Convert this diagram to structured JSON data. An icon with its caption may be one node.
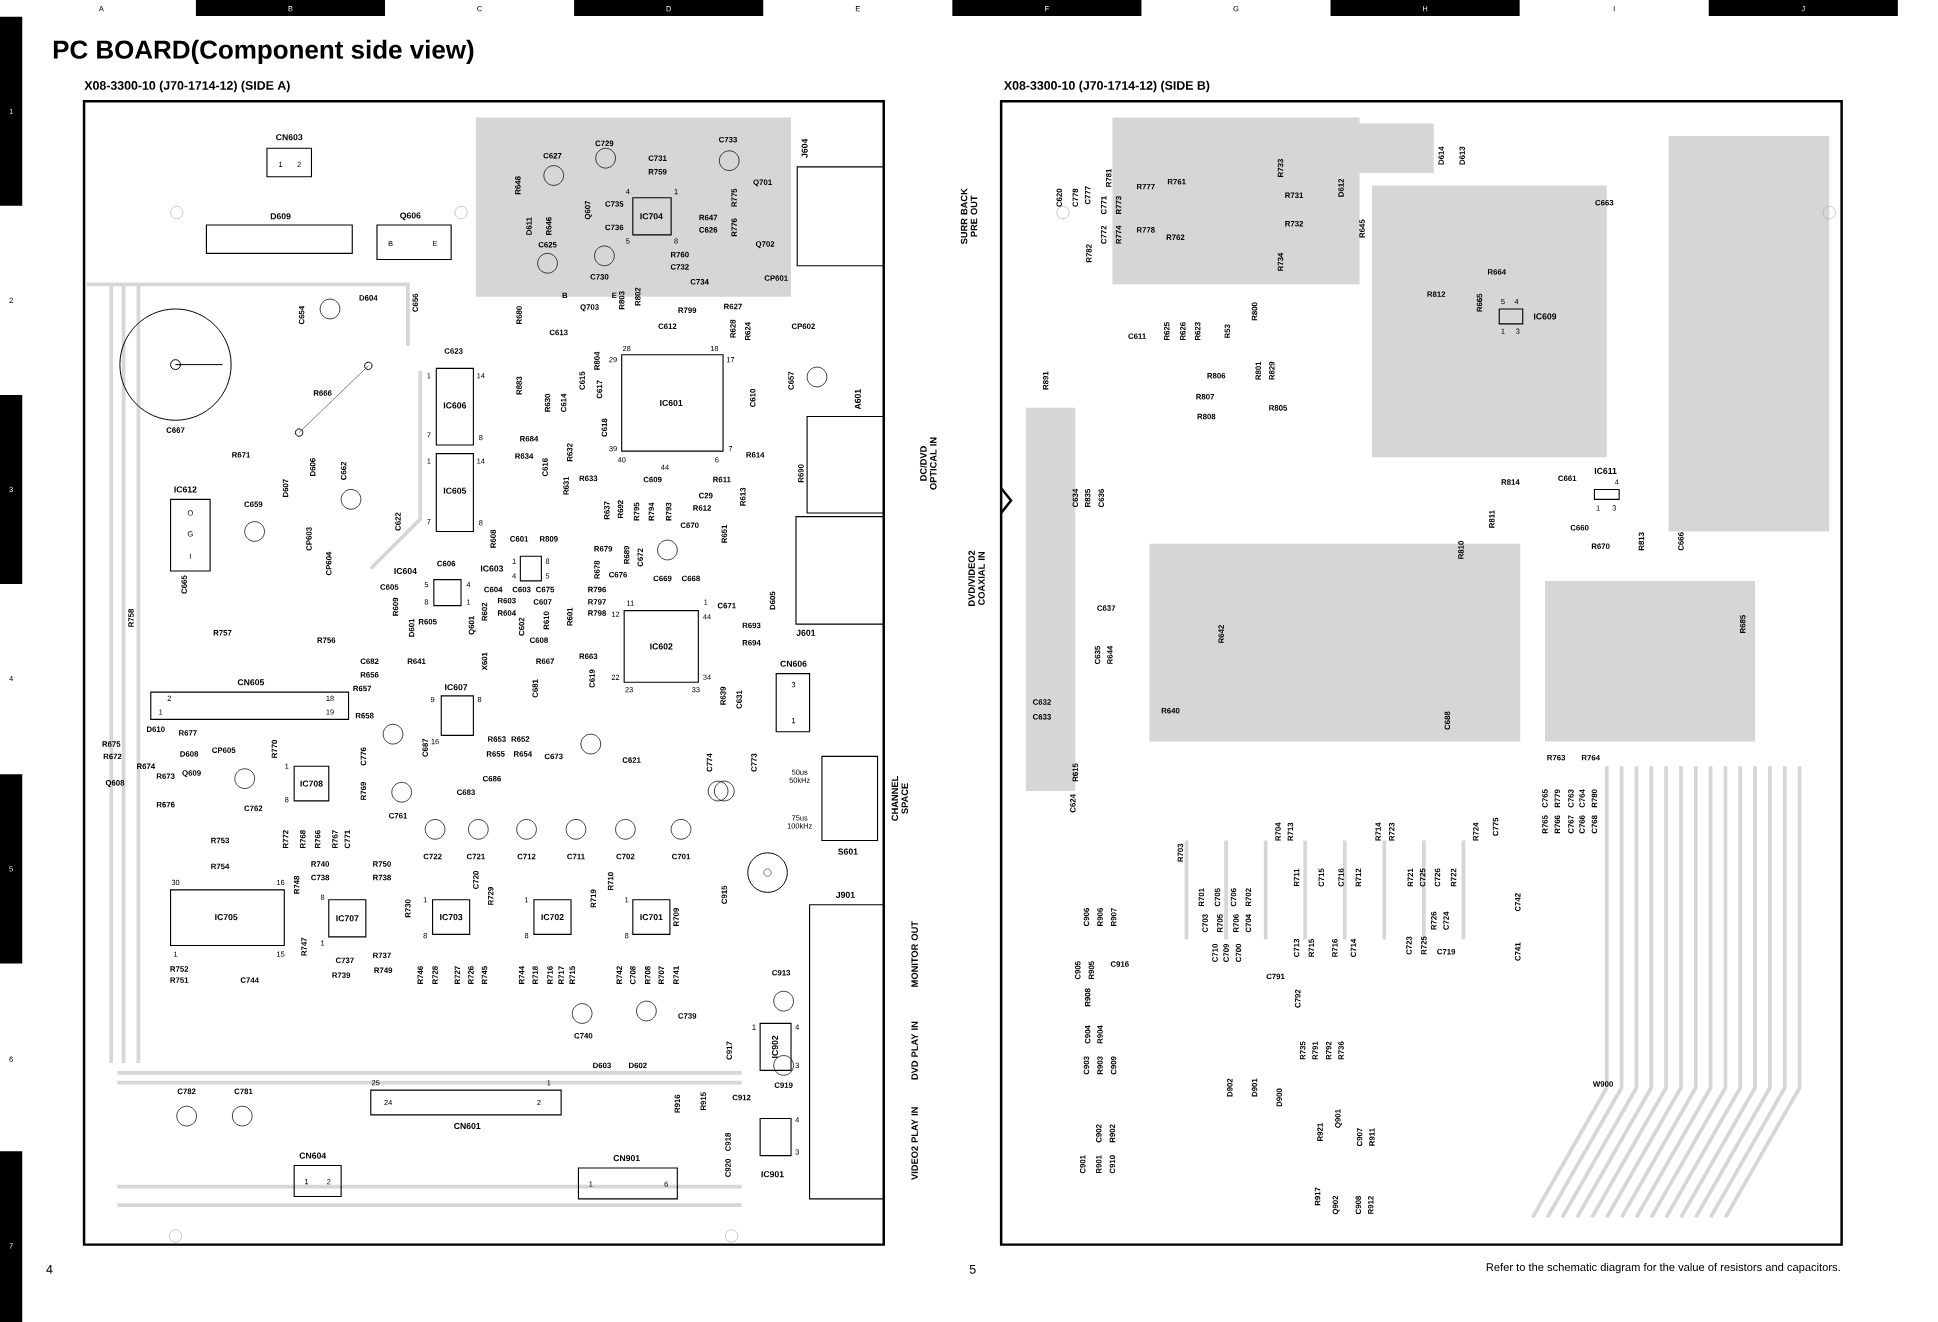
{
  "diagram": {
    "title": "PC BOARD(Component side view)",
    "nodes": [
      {
        "text": [
          "X08-3300-10 (J70-1714-12) (SIDE A)"
        ]
      },
      {
        "text": [
          "X08-3300-10 (J70-1714-12) (SIDE B)"
        ]
      },
      {
        "text": [
          "CN603",
          "1",
          "2"
        ],
        "in": 0
      },
      {
        "text": [
          "D609"
        ],
        "in": 0
      },
      {
        "text": [
          "Q606",
          "B",
          "E"
        ],
        "in": 0
      },
      {
        "text": [
          "J604"
        ],
        "in": 0
      },
      {
        "text": [
          "IC704",
          "4",
          "1",
          "5",
          "8"
        ],
        "in": 0
      },
      {
        "text": [
          "IC606",
          "1",
          "14",
          "7",
          "8"
        ],
        "in": 0
      },
      {
        "text": [
          "IC605",
          "1",
          "14",
          "7",
          "8"
        ],
        "in": 0
      },
      {
        "text": [
          "IC601",
          "28",
          "18",
          "29",
          "17",
          "39",
          "40",
          "44",
          "7",
          "6"
        ],
        "in": 0
      },
      {
        "text": [
          "A601"
        ],
        "beside": [
          "DC/DVD OPTICAL IN"
        ],
        "in": 0
      },
      {
        "text": [
          "IC612",
          "O",
          "G",
          "I"
        ],
        "in": 0
      },
      {
        "text": [
          "IC604",
          "5",
          "4",
          "8",
          "1"
        ],
        "in": 0
      },
      {
        "text": [
          "IC603",
          "1",
          "8",
          "4",
          "5"
        ],
        "in": 0
      },
      {
        "text": [
          "IC602",
          "11",
          "1",
          "12",
          "44",
          "22",
          "23",
          "33",
          "34"
        ],
        "in": 0
      },
      {
        "text": [
          "J601"
        ],
        "in": 0
      },
      {
        "text": [
          "CN605",
          "2",
          "18",
          "1",
          "19"
        ],
        "in": 0
      },
      {
        "text": [
          "IC607",
          "9",
          "8",
          "16"
        ],
        "in": 0
      },
      {
        "text": [
          "CN606",
          "3",
          "1"
        ],
        "in": 0
      },
      {
        "text": [
          "S601"
        ],
        "beside": [
          "50us 50kHz",
          "75us 100kHz",
          "CHANNEL SPACE"
        ],
        "in": 0
      },
      {
        "text": [
          "IC708",
          "1",
          "8"
        ],
        "in": 0
      },
      {
        "text": [
          "IC705",
          "30",
          "16",
          "1",
          "15"
        ],
        "in": 0
      },
      {
        "text": [
          "IC707",
          "8",
          "1"
        ],
        "in": 0
      },
      {
        "text": [
          "IC703",
          "1",
          "8"
        ],
        "in": 0
      },
      {
        "text": [
          "IC702",
          "1",
          "8"
        ],
        "in": 0
      },
      {
        "text": [
          "IC701",
          "1",
          "8"
        ],
        "in": 0
      },
      {
        "text": [
          "J901"
        ],
        "beside": [
          "MONITOR OUT",
          "DVD PLAY IN",
          "VIDEO2 PLAY IN"
        ],
        "in": 0
      },
      {
        "text": [
          "IC902",
          "1",
          "4",
          "3"
        ],
        "in": 0
      },
      {
        "text": [
          "CN601",
          "25",
          "1",
          "24",
          "2"
        ],
        "in": 0
      },
      {
        "text": [
          "IC901",
          "4",
          "3"
        ],
        "in": 0
      },
      {
        "text": [
          "CN604",
          "1",
          "2"
        ],
        "in": 0
      },
      {
        "text": [
          "CN901",
          "1",
          "6"
        ],
        "in": 0
      },
      {
        "text": [
          "IC609",
          "5",
          "4",
          "1",
          "3"
        ],
        "in": 1
      },
      {
        "text": [
          "IC611",
          "4",
          "1",
          "3"
        ],
        "in": 1
      }
    ],
    "labels": [
      "A",
      "B",
      "C",
      "D",
      "E",
      "F",
      "G",
      "H",
      "I",
      "J",
      "1",
      "2",
      "3",
      "4",
      "5",
      "6",
      "7",
      "4",
      "5",
      "Refer to the schematic diagram for the value of resistors and capacitors.",
      "C627",
      "C729",
      "C731",
      "R759",
      "C733",
      "R648",
      "D611",
      "R646",
      "C625",
      "Q607",
      "C735",
      "C736",
      "R647",
      "C626",
      "R775",
      "Q701",
      "R776",
      "Q702",
      "C730",
      "R760",
      "C732",
      "C734",
      "Q703",
      "B",
      "E",
      "SURR BACK PRE OUT",
      "D604",
      "C654",
      "C656",
      "R666",
      "C667",
      "R671",
      "C659",
      "D607",
      "D606",
      "C662",
      "CP603",
      "CP604",
      "C665",
      "R758",
      "R757",
      "C623",
      "R680",
      "C613",
      "R883",
      "R684",
      "R634",
      "C622",
      "R608",
      "C616",
      "R631",
      "R633",
      "R632",
      "R630",
      "C614",
      "C615",
      "C617",
      "R804",
      "C618",
      "R803",
      "R802",
      "R799",
      "C612",
      "R627",
      "R628",
      "R624",
      "C610",
      "C657",
      "CP601",
      "CP602",
      "R614",
      "C609",
      "R611",
      "C29",
      "R612",
      "R613",
      "R637",
      "R692",
      "R795",
      "R794",
      "R793",
      "C670",
      "R651",
      "R690",
      "C601",
      "R809",
      "C606",
      "C605",
      "C604",
      "C603",
      "C675",
      "R609",
      "D601",
      "R605",
      "R603",
      "R604",
      "R602",
      "Q601",
      "C602",
      "C607",
      "R610",
      "R601",
      "C608",
      "R679",
      "R689",
      "C672",
      "R678",
      "C676",
      "C669",
      "C668",
      "R796",
      "R797",
      "R798",
      "C671",
      "D605",
      "R693",
      "R694",
      "C619",
      "R663",
      "R667",
      "C681",
      "X601",
      "R641",
      "R756",
      "C682",
      "R656",
      "R657",
      "R658",
      "DVD/VIDEO2 COAXIAL IN",
      "R653",
      "R652",
      "R655",
      "R654",
      "C673",
      "C687",
      "C686",
      "C683",
      "C621",
      "R639",
      "C631",
      "C774",
      "C773",
      "D610",
      "R677",
      "R675",
      "R672",
      "D608",
      "R674",
      "R673",
      "CP605",
      "Q608",
      "Q609",
      "R676",
      "R770",
      "C762",
      "R769",
      "C776",
      "C761",
      "R772",
      "R768",
      "R766",
      "R767",
      "C771",
      "R753",
      "R754",
      "R740",
      "C738",
      "R750",
      "R738",
      "R748",
      "C722",
      "C721",
      "C712",
      "C711",
      "C702",
      "C701",
      "C720",
      "R747",
      "R730",
      "R729",
      "R719",
      "R710",
      "R709",
      "C915",
      "R752",
      "R751",
      "C744",
      "C737",
      "R737",
      "R739",
      "R749",
      "R746",
      "R728",
      "R727",
      "R726",
      "R745",
      "R744",
      "R718",
      "R716",
      "R717",
      "R715",
      "R742",
      "C708",
      "R708",
      "R707",
      "R741",
      "C740",
      "C739",
      "D603",
      "D602",
      "C913",
      "C917",
      "C919",
      "C912",
      "R916",
      "R915",
      "C918",
      "C920",
      "C782",
      "C781",
      "C620",
      "C778",
      "C777",
      "R781",
      "C771",
      "R773",
      "R777",
      "R761",
      "R733",
      "R731",
      "D612",
      "D614",
      "D613",
      "C663",
      "R782",
      "C772",
      "R774",
      "R778",
      "R762",
      "R732",
      "R645",
      "R734",
      "R812",
      "R664",
      "R665",
      "C611",
      "R625",
      "R626",
      "R623",
      "R53",
      "R800",
      "R806",
      "R801",
      "R829",
      "R891",
      "R807",
      "R805",
      "R808",
      "C634",
      "R835",
      "C636",
      "R814",
      "C661",
      "C660",
      "R670",
      "R813",
      "C666",
      "R811",
      "R810",
      "C637",
      "C635",
      "R644",
      "R642",
      "R685",
      "C632",
      "C633",
      "R640",
      "C688",
      "R763",
      "R764",
      "R615",
      "C624",
      "C765",
      "R779",
      "C763",
      "C764",
      "R780",
      "R703",
      "R704",
      "R713",
      "R714",
      "R723",
      "R724",
      "C775",
      "R765",
      "R766",
      "C767",
      "C766",
      "C768",
      "R701",
      "C705",
      "C706",
      "R702",
      "C703",
      "R705",
      "R706",
      "C704",
      "C710",
      "C709",
      "C700",
      "R711",
      "C715",
      "C716",
      "R712",
      "C713",
      "R715",
      "R716",
      "C714",
      "R721",
      "C725",
      "C726",
      "R722",
      "C723",
      "R725",
      "R726",
      "C724",
      "C719",
      "C742",
      "C741",
      "C906",
      "R906",
      "R907",
      "C905",
      "R905",
      "C916",
      "R908",
      "C904",
      "R904",
      "C903",
      "R903",
      "C909",
      "C902",
      "R902",
      "C901",
      "R901",
      "C910",
      "C791",
      "C792",
      "R735",
      "R791",
      "R792",
      "R736",
      "W900",
      "D902",
      "D901",
      "D900",
      "R921",
      "Q901",
      "C907",
      "R911",
      "R917",
      "Q902",
      "C908",
      "R912"
    ]
  }
}
